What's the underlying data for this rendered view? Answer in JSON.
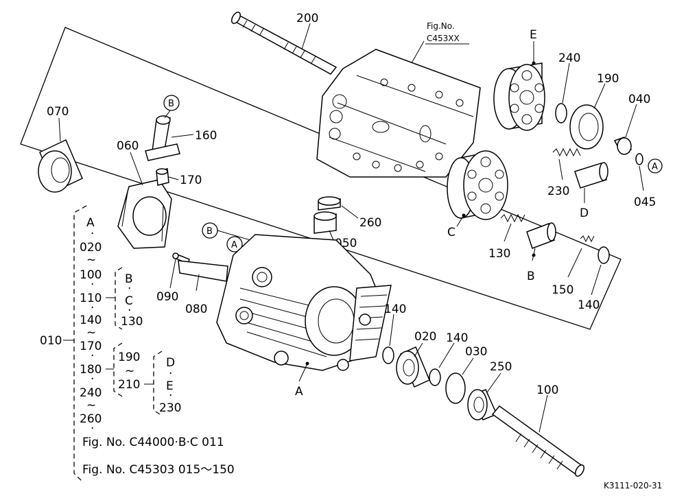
{
  "fig_reference": {
    "line1": "Fig.No.",
    "line2": "C453XX"
  },
  "callouts": {
    "p200": "200",
    "p070": "070",
    "p060": "060",
    "p160": "160",
    "p170": "170",
    "p260": "260",
    "p050": "050",
    "p090": "090",
    "p080": "080",
    "pE": "E",
    "p240": "240",
    "p190": "190",
    "p040": "040",
    "p230": "230",
    "p045": "045",
    "pA_right": "A",
    "pD": "D",
    "pC": "C",
    "p130": "130",
    "pB_low": "B",
    "p150": "150",
    "p140_right": "140",
    "pB_top": "B",
    "pB_mid": "B",
    "pA_mid": "A",
    "p140_a": "140",
    "p020": "020",
    "p140_b": "140",
    "p030": "030",
    "p250": "250",
    "p100": "100",
    "pA_bottom": "A"
  },
  "assembly_tree": {
    "root": "010",
    "col1": [
      "A",
      "·",
      "020",
      "~",
      "100",
      "·",
      "110",
      "·",
      "140",
      "~",
      "170",
      "·",
      "180",
      "·",
      "240",
      "~",
      "260",
      "·"
    ],
    "group_b": [
      "B",
      "·",
      "C",
      "·",
      "130"
    ],
    "group_190": [
      "190",
      "~",
      "210"
    ],
    "group_d": [
      "D",
      "·",
      "E",
      "·",
      "230"
    ],
    "fig_note_1": "Fig. No. C44000·B·C 011",
    "fig_note_2": "Fig. No. C45303 015～150"
  },
  "drawing_id": "K3111-020-31"
}
